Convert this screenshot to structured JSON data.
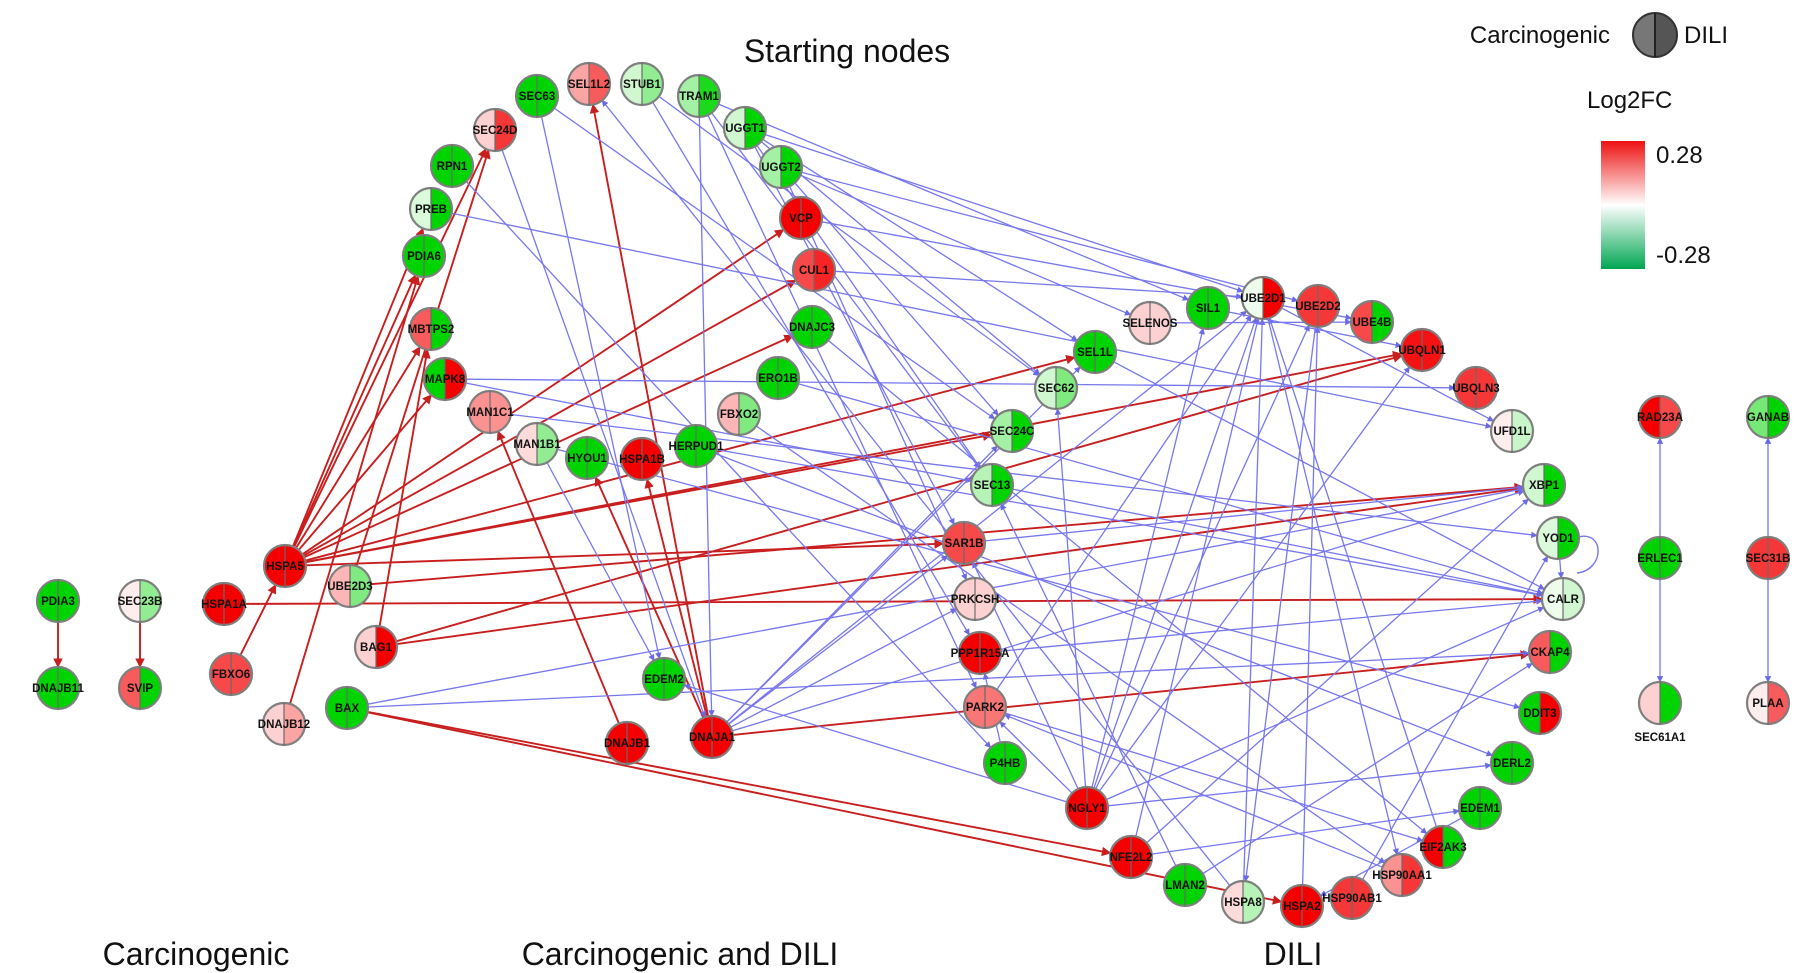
{
  "titles": {
    "starting": "Starting nodes",
    "carcinogenic": "Carcinogenic",
    "both": "Carcinogenic and DILI",
    "dili": "DILI"
  },
  "legend": {
    "left_label": "Carcinogenic",
    "right_label": "DILI",
    "scale_title": "Log2FC",
    "max": "0.28",
    "min": "-0.28",
    "max_value": 0.28,
    "min_value": -0.28
  },
  "colors": {
    "up": "#f40000",
    "down": "#00d400",
    "neutral": "#ffffff",
    "edge_red": "#c81e1e",
    "edge_blue": "#7777ee",
    "node_border": "#7f7f7f"
  },
  "nodes": [
    {
      "id": "SEC63",
      "c": -0.28,
      "d": -0.28
    },
    {
      "id": "SEL1L2",
      "c": 0.1,
      "d": 0.18
    },
    {
      "id": "STUB1",
      "c": -0.05,
      "d": -0.12
    },
    {
      "id": "TRAM1",
      "c": -0.1,
      "d": -0.25
    },
    {
      "id": "SEC24D",
      "c": 0.05,
      "d": 0.22
    },
    {
      "id": "UGGT1",
      "c": -0.05,
      "d": -0.28
    },
    {
      "id": "RPN1",
      "c": -0.28,
      "d": -0.28
    },
    {
      "id": "UGGT2",
      "c": -0.1,
      "d": -0.28
    },
    {
      "id": "PREB",
      "c": -0.04,
      "d": -0.28
    },
    {
      "id": "VCP",
      "c": 0.28,
      "d": 0.28
    },
    {
      "id": "PDIA6",
      "c": -0.28,
      "d": -0.28
    },
    {
      "id": "CUL1",
      "c": 0.2,
      "d": 0.24
    },
    {
      "id": "MBTPS2",
      "c": 0.18,
      "d": -0.28
    },
    {
      "id": "DNAJC3",
      "c": -0.28,
      "d": -0.28
    },
    {
      "id": "MAPK8",
      "c": -0.28,
      "d": 0.28
    },
    {
      "id": "ERO1B",
      "c": -0.28,
      "d": -0.28
    },
    {
      "id": "MAN1C1",
      "c": 0.12,
      "d": 0.12
    },
    {
      "id": "FBXO2",
      "c": 0.08,
      "d": -0.14
    },
    {
      "id": "MAN1B1",
      "c": 0.04,
      "d": -0.12
    },
    {
      "id": "HYOU1",
      "c": -0.28,
      "d": -0.28
    },
    {
      "id": "HSPA1B",
      "c": 0.28,
      "d": 0.28
    },
    {
      "id": "HERPUD1",
      "c": -0.28,
      "d": -0.28
    },
    {
      "id": "SEL1L",
      "c": -0.28,
      "d": -0.28
    },
    {
      "id": "SEC62",
      "c": -0.05,
      "d": -0.14
    },
    {
      "id": "SEC24C",
      "c": -0.1,
      "d": -0.28
    },
    {
      "id": "SEC13",
      "c": -0.08,
      "d": -0.28
    },
    {
      "id": "SELENOS",
      "c": 0.05,
      "d": 0.05
    },
    {
      "id": "SIL1",
      "c": -0.28,
      "d": -0.28
    },
    {
      "id": "UBE2D1",
      "c": -0.02,
      "d": 0.28
    },
    {
      "id": "UBE2D2",
      "c": 0.22,
      "d": 0.22
    },
    {
      "id": "UBE4B",
      "c": 0.2,
      "d": -0.28
    },
    {
      "id": "UBQLN1",
      "c": 0.26,
      "d": 0.26
    },
    {
      "id": "UBQLN3",
      "c": 0.22,
      "d": 0.22
    },
    {
      "id": "UFD1L",
      "c": 0.02,
      "d": -0.06
    },
    {
      "id": "XBP1",
      "c": -0.05,
      "d": -0.28
    },
    {
      "id": "YOD1",
      "c": -0.04,
      "d": -0.28
    },
    {
      "id": "CALR",
      "c": -0.02,
      "d": -0.05
    },
    {
      "id": "CKAP4",
      "c": 0.18,
      "d": -0.28
    },
    {
      "id": "DDIT3",
      "c": -0.28,
      "d": 0.28
    },
    {
      "id": "DERL2",
      "c": -0.28,
      "d": -0.28
    },
    {
      "id": "EDEM1",
      "c": -0.28,
      "d": -0.28
    },
    {
      "id": "EIF2AK3",
      "c": 0.28,
      "d": -0.28
    },
    {
      "id": "HSP90AA1",
      "c": 0.12,
      "d": 0.22
    },
    {
      "id": "HSP90AB1",
      "c": 0.22,
      "d": 0.22
    },
    {
      "id": "HSPA2",
      "c": 0.28,
      "d": 0.28
    },
    {
      "id": "HSPA8",
      "c": 0.04,
      "d": -0.08
    },
    {
      "id": "LMAN2",
      "c": -0.28,
      "d": -0.28
    },
    {
      "id": "NFE2L2",
      "c": 0.28,
      "d": 0.28
    },
    {
      "id": "NGLY1",
      "c": 0.28,
      "d": 0.28
    },
    {
      "id": "P4HB",
      "c": -0.28,
      "d": -0.28
    },
    {
      "id": "PARK2",
      "c": 0.15,
      "d": 0.15
    },
    {
      "id": "PPP1R15A",
      "c": 0.28,
      "d": 0.28
    },
    {
      "id": "PRKCSH",
      "c": 0.05,
      "d": 0.05
    },
    {
      "id": "SAR1B",
      "c": 0.2,
      "d": 0.2
    },
    {
      "id": "EDEM2",
      "c": -0.28,
      "d": -0.28
    },
    {
      "id": "DNAJA1",
      "c": 0.28,
      "d": 0.28
    },
    {
      "id": "DNAJB1",
      "c": 0.28,
      "d": 0.28
    },
    {
      "id": "HSPA5",
      "c": 0.28,
      "d": 0.28
    },
    {
      "id": "UBE2D3",
      "c": 0.08,
      "d": -0.14
    },
    {
      "id": "BAG1",
      "c": 0.05,
      "d": 0.28
    },
    {
      "id": "BAX",
      "c": -0.28,
      "d": -0.28
    },
    {
      "id": "DNAJB12",
      "c": 0.05,
      "d": 0.1
    },
    {
      "id": "HSPA1A",
      "c": 0.28,
      "d": 0.28
    },
    {
      "id": "FBXO6",
      "c": 0.2,
      "d": 0.2
    },
    {
      "id": "PDIA3",
      "c": -0.28,
      "d": -0.28
    },
    {
      "id": "DNAJB11",
      "c": -0.28,
      "d": -0.28
    },
    {
      "id": "SEC23B",
      "c": 0.02,
      "d": -0.12
    },
    {
      "id": "SVIP",
      "c": 0.18,
      "d": -0.28
    },
    {
      "id": "RAD23A",
      "c": 0.28,
      "d": 0.2
    },
    {
      "id": "ERLEC1",
      "c": -0.28,
      "d": -0.28
    },
    {
      "id": "SEC61A1",
      "c": 0.05,
      "d": -0.28
    },
    {
      "id": "GANAB",
      "c": -0.15,
      "d": -0.28
    },
    {
      "id": "SEC31B",
      "c": 0.22,
      "d": 0.22
    },
    {
      "id": "PLAA",
      "c": 0.02,
      "d": 0.18
    }
  ],
  "edges": [
    {
      "s": "HSPA5",
      "t": "SEC24D",
      "k": "r"
    },
    {
      "s": "HSPA5",
      "t": "PREB",
      "k": "r"
    },
    {
      "s": "HSPA5",
      "t": "PDIA6",
      "k": "r"
    },
    {
      "s": "HSPA5",
      "t": "MBTPS2",
      "k": "r"
    },
    {
      "s": "HSPA5",
      "t": "VCP",
      "k": "r"
    },
    {
      "s": "HSPA5",
      "t": "CUL1",
      "k": "r"
    },
    {
      "s": "HSPA5",
      "t": "DNAJC3",
      "k": "r"
    },
    {
      "s": "HSPA5",
      "t": "SEL1L",
      "k": "r"
    },
    {
      "s": "HSPA5",
      "t": "SEC24C",
      "k": "r"
    },
    {
      "s": "HSPA5",
      "t": "SAR1B",
      "k": "r"
    },
    {
      "s": "HSPA5",
      "t": "UBQLN1",
      "k": "r"
    },
    {
      "s": "HSPA5",
      "t": "MAPK8",
      "k": "r"
    },
    {
      "s": "UBE2D3",
      "t": "SEC24D",
      "k": "r"
    },
    {
      "s": "UBE2D3",
      "t": "XBP1",
      "k": "r"
    },
    {
      "s": "BAG1",
      "t": "UBQLN1",
      "k": "r"
    },
    {
      "s": "BAG1",
      "t": "XBP1",
      "k": "r"
    },
    {
      "s": "BAG1",
      "t": "MBTPS2",
      "k": "r"
    },
    {
      "s": "DNAJB12",
      "t": "PDIA6",
      "k": "r"
    },
    {
      "s": "FBXO6",
      "t": "HSPA5",
      "k": "r"
    },
    {
      "s": "HSPA1A",
      "t": "CALR",
      "k": "r"
    },
    {
      "s": "DNAJB1",
      "t": "MAN1C1",
      "k": "r"
    },
    {
      "s": "DNAJA1",
      "t": "SEL1L2",
      "k": "r"
    },
    {
      "s": "DNAJA1",
      "t": "HSPA1B",
      "k": "r"
    },
    {
      "s": "DNAJA1",
      "t": "HYOU1",
      "k": "r"
    },
    {
      "s": "DNAJA1",
      "t": "CKAP4",
      "k": "r"
    },
    {
      "s": "BAX",
      "t": "HSPA2",
      "k": "r"
    },
    {
      "s": "BAX",
      "t": "NFE2L2",
      "k": "r"
    },
    {
      "s": "PDIA3",
      "t": "DNAJB11",
      "k": "r"
    },
    {
      "s": "SEC23B",
      "t": "SVIP",
      "k": "r"
    },
    {
      "s": "UGGT1",
      "t": "SEL1L",
      "k": "b"
    },
    {
      "s": "UGGT1",
      "t": "UBE2D1",
      "k": "b"
    },
    {
      "s": "UGGT1",
      "t": "SEC62",
      "k": "b"
    },
    {
      "s": "UGGT1",
      "t": "SEC13",
      "k": "b"
    },
    {
      "s": "UGGT1",
      "t": "SAR1B",
      "k": "b"
    },
    {
      "s": "UGGT2",
      "t": "SELENOS",
      "k": "b"
    },
    {
      "s": "UGGT2",
      "t": "UBE2D2",
      "k": "b"
    },
    {
      "s": "UGGT2",
      "t": "SEC24C",
      "k": "b"
    },
    {
      "s": "UGGT2",
      "t": "PRKCSH",
      "k": "b"
    },
    {
      "s": "TRAM1",
      "t": "SIL1",
      "k": "b"
    },
    {
      "s": "TRAM1",
      "t": "PARK2",
      "k": "b"
    },
    {
      "s": "TRAM1",
      "t": "SEC13",
      "k": "b"
    },
    {
      "s": "TRAM1",
      "t": "DNAJA1",
      "k": "b"
    },
    {
      "s": "STUB1",
      "t": "PPP1R15A",
      "k": "b"
    },
    {
      "s": "STUB1",
      "t": "SEC62",
      "k": "b"
    },
    {
      "s": "SEC63",
      "t": "EDEM2",
      "k": "b"
    },
    {
      "s": "SEC63",
      "t": "SEC24C",
      "k": "b"
    },
    {
      "s": "RPN1",
      "t": "P4HB",
      "k": "b"
    },
    {
      "s": "PREB",
      "t": "UFD1L",
      "k": "b"
    },
    {
      "s": "MAPK8",
      "t": "UBQLN3",
      "k": "b"
    },
    {
      "s": "MAPK8",
      "t": "SEC13",
      "k": "b"
    },
    {
      "s": "MAN1C1",
      "t": "YOD1",
      "k": "b"
    },
    {
      "s": "MAN1B1",
      "t": "DDIT3",
      "k": "b"
    },
    {
      "s": "MAN1B1",
      "t": "EDEM2",
      "k": "b"
    },
    {
      "s": "HERPUD1",
      "t": "DERL2",
      "k": "b"
    },
    {
      "s": "HERPUD1",
      "t": "CALR",
      "k": "b"
    },
    {
      "s": "FBXO2",
      "t": "HSP90AA1",
      "k": "b"
    },
    {
      "s": "ERO1B",
      "t": "CALR",
      "k": "b"
    },
    {
      "s": "DNAJC3",
      "t": "EIF2AK3",
      "k": "b"
    },
    {
      "s": "CUL1",
      "t": "UBE2D1",
      "k": "b"
    },
    {
      "s": "VCP",
      "t": "UBE4B",
      "k": "b"
    },
    {
      "s": "SEC24D",
      "t": "DNAJA1",
      "k": "b"
    },
    {
      "s": "BAX",
      "t": "CKAP4",
      "k": "b"
    },
    {
      "s": "BAX",
      "t": "XBP1",
      "k": "b"
    },
    {
      "s": "DNAJA1",
      "t": "SEL1L",
      "k": "b"
    },
    {
      "s": "DNAJA1",
      "t": "SEC24C",
      "k": "b"
    },
    {
      "s": "DNAJA1",
      "t": "SAR1B",
      "k": "b"
    },
    {
      "s": "DNAJA1",
      "t": "PRKCSH",
      "k": "b"
    },
    {
      "s": "DNAJA1",
      "t": "UBE2D1",
      "k": "b"
    },
    {
      "s": "DNAJA1",
      "t": "XBP1",
      "k": "b"
    },
    {
      "s": "NGLY1",
      "t": "SIL1",
      "k": "b"
    },
    {
      "s": "NGLY1",
      "t": "UBE2D1",
      "k": "b"
    },
    {
      "s": "NGLY1",
      "t": "UBE2D2",
      "k": "b"
    },
    {
      "s": "NGLY1",
      "t": "SEC62",
      "k": "b"
    },
    {
      "s": "NGLY1",
      "t": "SAR1B",
      "k": "b"
    },
    {
      "s": "NGLY1",
      "t": "PARK2",
      "k": "b"
    },
    {
      "s": "NGLY1",
      "t": "DERL2",
      "k": "b"
    },
    {
      "s": "NGLY1",
      "t": "EDEM2",
      "k": "b"
    },
    {
      "s": "NGLY1",
      "t": "UBQLN1",
      "k": "b"
    },
    {
      "s": "NGLY1",
      "t": "CALR",
      "k": "b"
    },
    {
      "s": "NFE2L2",
      "t": "EDEM1",
      "k": "b"
    },
    {
      "s": "NFE2L2",
      "t": "XBP1",
      "k": "b"
    },
    {
      "s": "NFE2L2",
      "t": "UBE2D1",
      "k": "b"
    },
    {
      "s": "LMAN2",
      "t": "CKAP4",
      "k": "b"
    },
    {
      "s": "LMAN2",
      "t": "SEC13",
      "k": "b"
    },
    {
      "s": "HSPA2",
      "t": "UBE2D2",
      "k": "b"
    },
    {
      "s": "HSPA8",
      "t": "UBE2D1",
      "k": "b"
    },
    {
      "s": "HSPA8",
      "t": "SEL1L2",
      "k": "b"
    },
    {
      "s": "HSP90AB1",
      "t": "YOD1",
      "k": "b"
    },
    {
      "s": "HSP90AA1",
      "t": "PARK2",
      "k": "b"
    },
    {
      "s": "EDEM1",
      "t": "HSPA2",
      "k": "b"
    },
    {
      "s": "EIF2AK3",
      "t": "UBE2D1",
      "k": "b"
    },
    {
      "s": "P4HB",
      "t": "PPP1R15A",
      "k": "b"
    },
    {
      "s": "PPP1R15A",
      "t": "CALR",
      "k": "b"
    },
    {
      "s": "PARK2",
      "t": "UBE2D1",
      "k": "b"
    },
    {
      "s": "PARK2",
      "t": "EIF2AK3",
      "k": "b"
    },
    {
      "s": "SAR1B",
      "t": "XBP1",
      "k": "b"
    },
    {
      "s": "SEC13",
      "t": "CALR",
      "k": "b"
    },
    {
      "s": "SEL1L",
      "t": "CALR",
      "k": "b"
    },
    {
      "s": "SELENOS",
      "t": "UBE4B",
      "k": "b"
    },
    {
      "s": "SIL1",
      "t": "UBQLN1",
      "k": "b"
    },
    {
      "s": "UBE2D1",
      "t": "UFD1L",
      "k": "b"
    },
    {
      "s": "UBE2D1",
      "t": "HSP90AA1",
      "k": "b"
    },
    {
      "s": "UBE2D2",
      "t": "HSPA8",
      "k": "b"
    },
    {
      "s": "YOD1",
      "t": "CALR",
      "k": "b"
    },
    {
      "s": "ERLEC1",
      "t": "RAD23A",
      "k": "b"
    },
    {
      "s": "ERLEC1",
      "t": "SEC61A1",
      "k": "b"
    },
    {
      "s": "SEC31B",
      "t": "GANAB",
      "k": "b"
    },
    {
      "s": "SEC31B",
      "t": "PLAA",
      "k": "b"
    }
  ]
}
